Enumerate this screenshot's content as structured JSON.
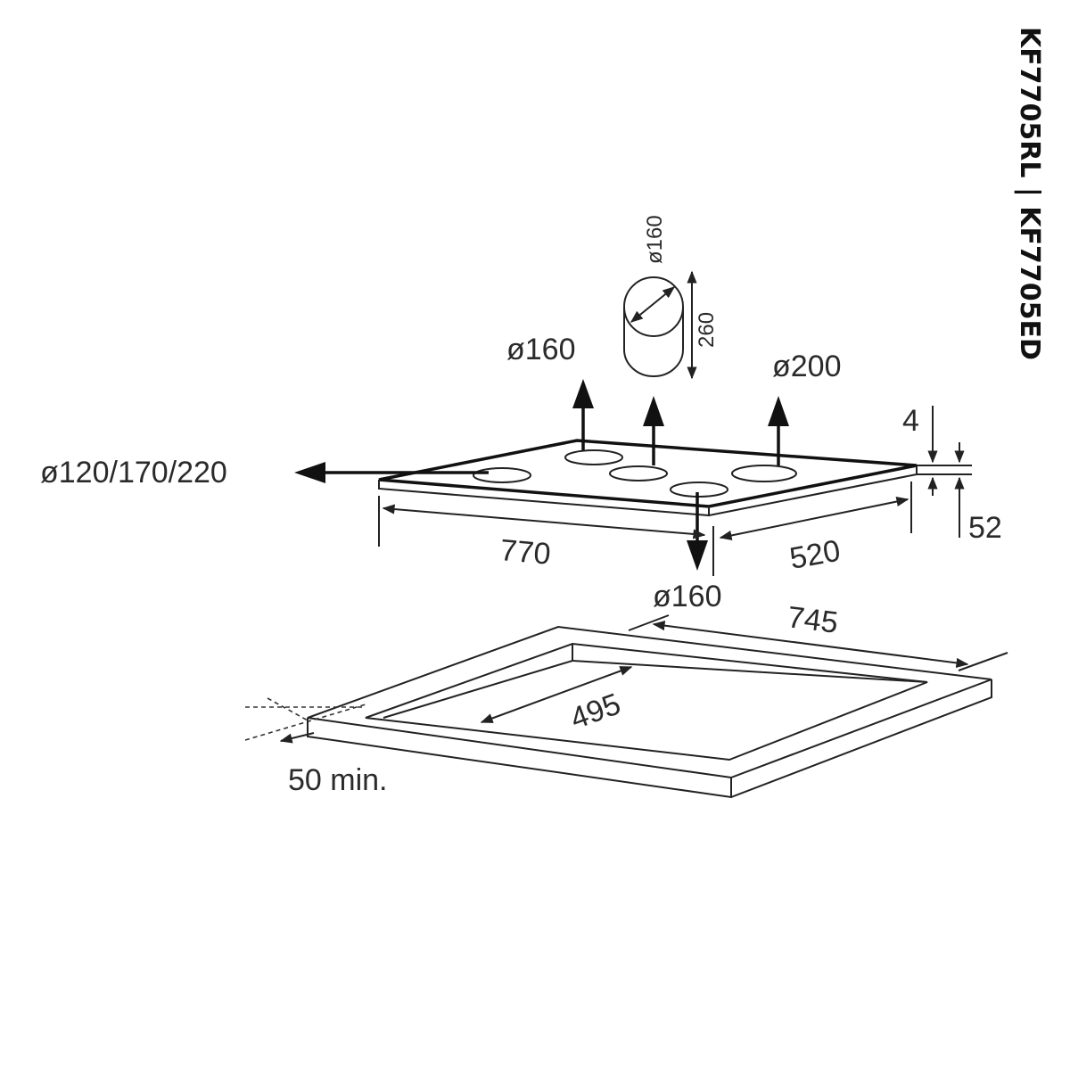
{
  "model_title": "KF7705RL | KF7705ED",
  "labels": {
    "d160_left": "ø160",
    "d160_pipe": "ø160",
    "h260": "260",
    "d200": "ø200",
    "d_multi": "ø120/170/220",
    "d160_front": "ø160",
    "t4": "4",
    "t52": "52",
    "w770": "770",
    "d520": "520",
    "w745": "745",
    "d495": "495",
    "gap50": "50 min."
  }
}
